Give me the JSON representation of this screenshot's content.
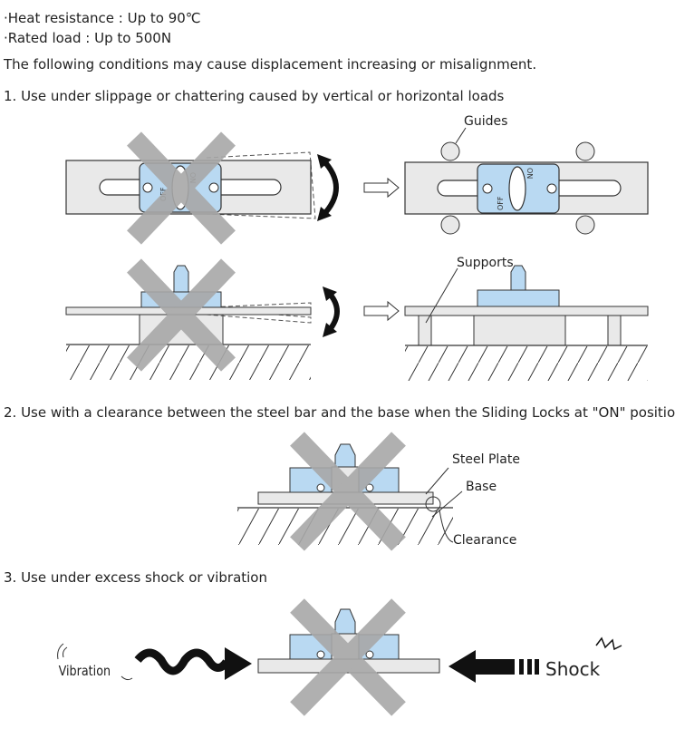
{
  "specs": {
    "heat": "·Heat resistance : Up to 90℃",
    "load": "·Rated load : Up to 500N"
  },
  "intro": "The following conditions may cause displacement increasing or misalignment.",
  "conditions": [
    "1. Use under slippage or chattering caused by vertical or horizontal loads",
    "2. Use with a clearance between the steel bar and the base when the Sliding Locks at \"ON\" positio",
    "3. Use under excess shock or vibration"
  ],
  "labels": {
    "guides": "Guides",
    "supports": "Supports",
    "steel_plate": "Steel Plate",
    "base": "Base",
    "clearance": "Clearance",
    "vibration": "Vibration",
    "shock": "Shock",
    "off": "OFF",
    "on": "ON"
  },
  "colors": {
    "lock_blue": "#b9d9f2",
    "bar_gray": "#e9e9e9",
    "cross_gray": "#a8a8a8",
    "outline": "#333333"
  }
}
